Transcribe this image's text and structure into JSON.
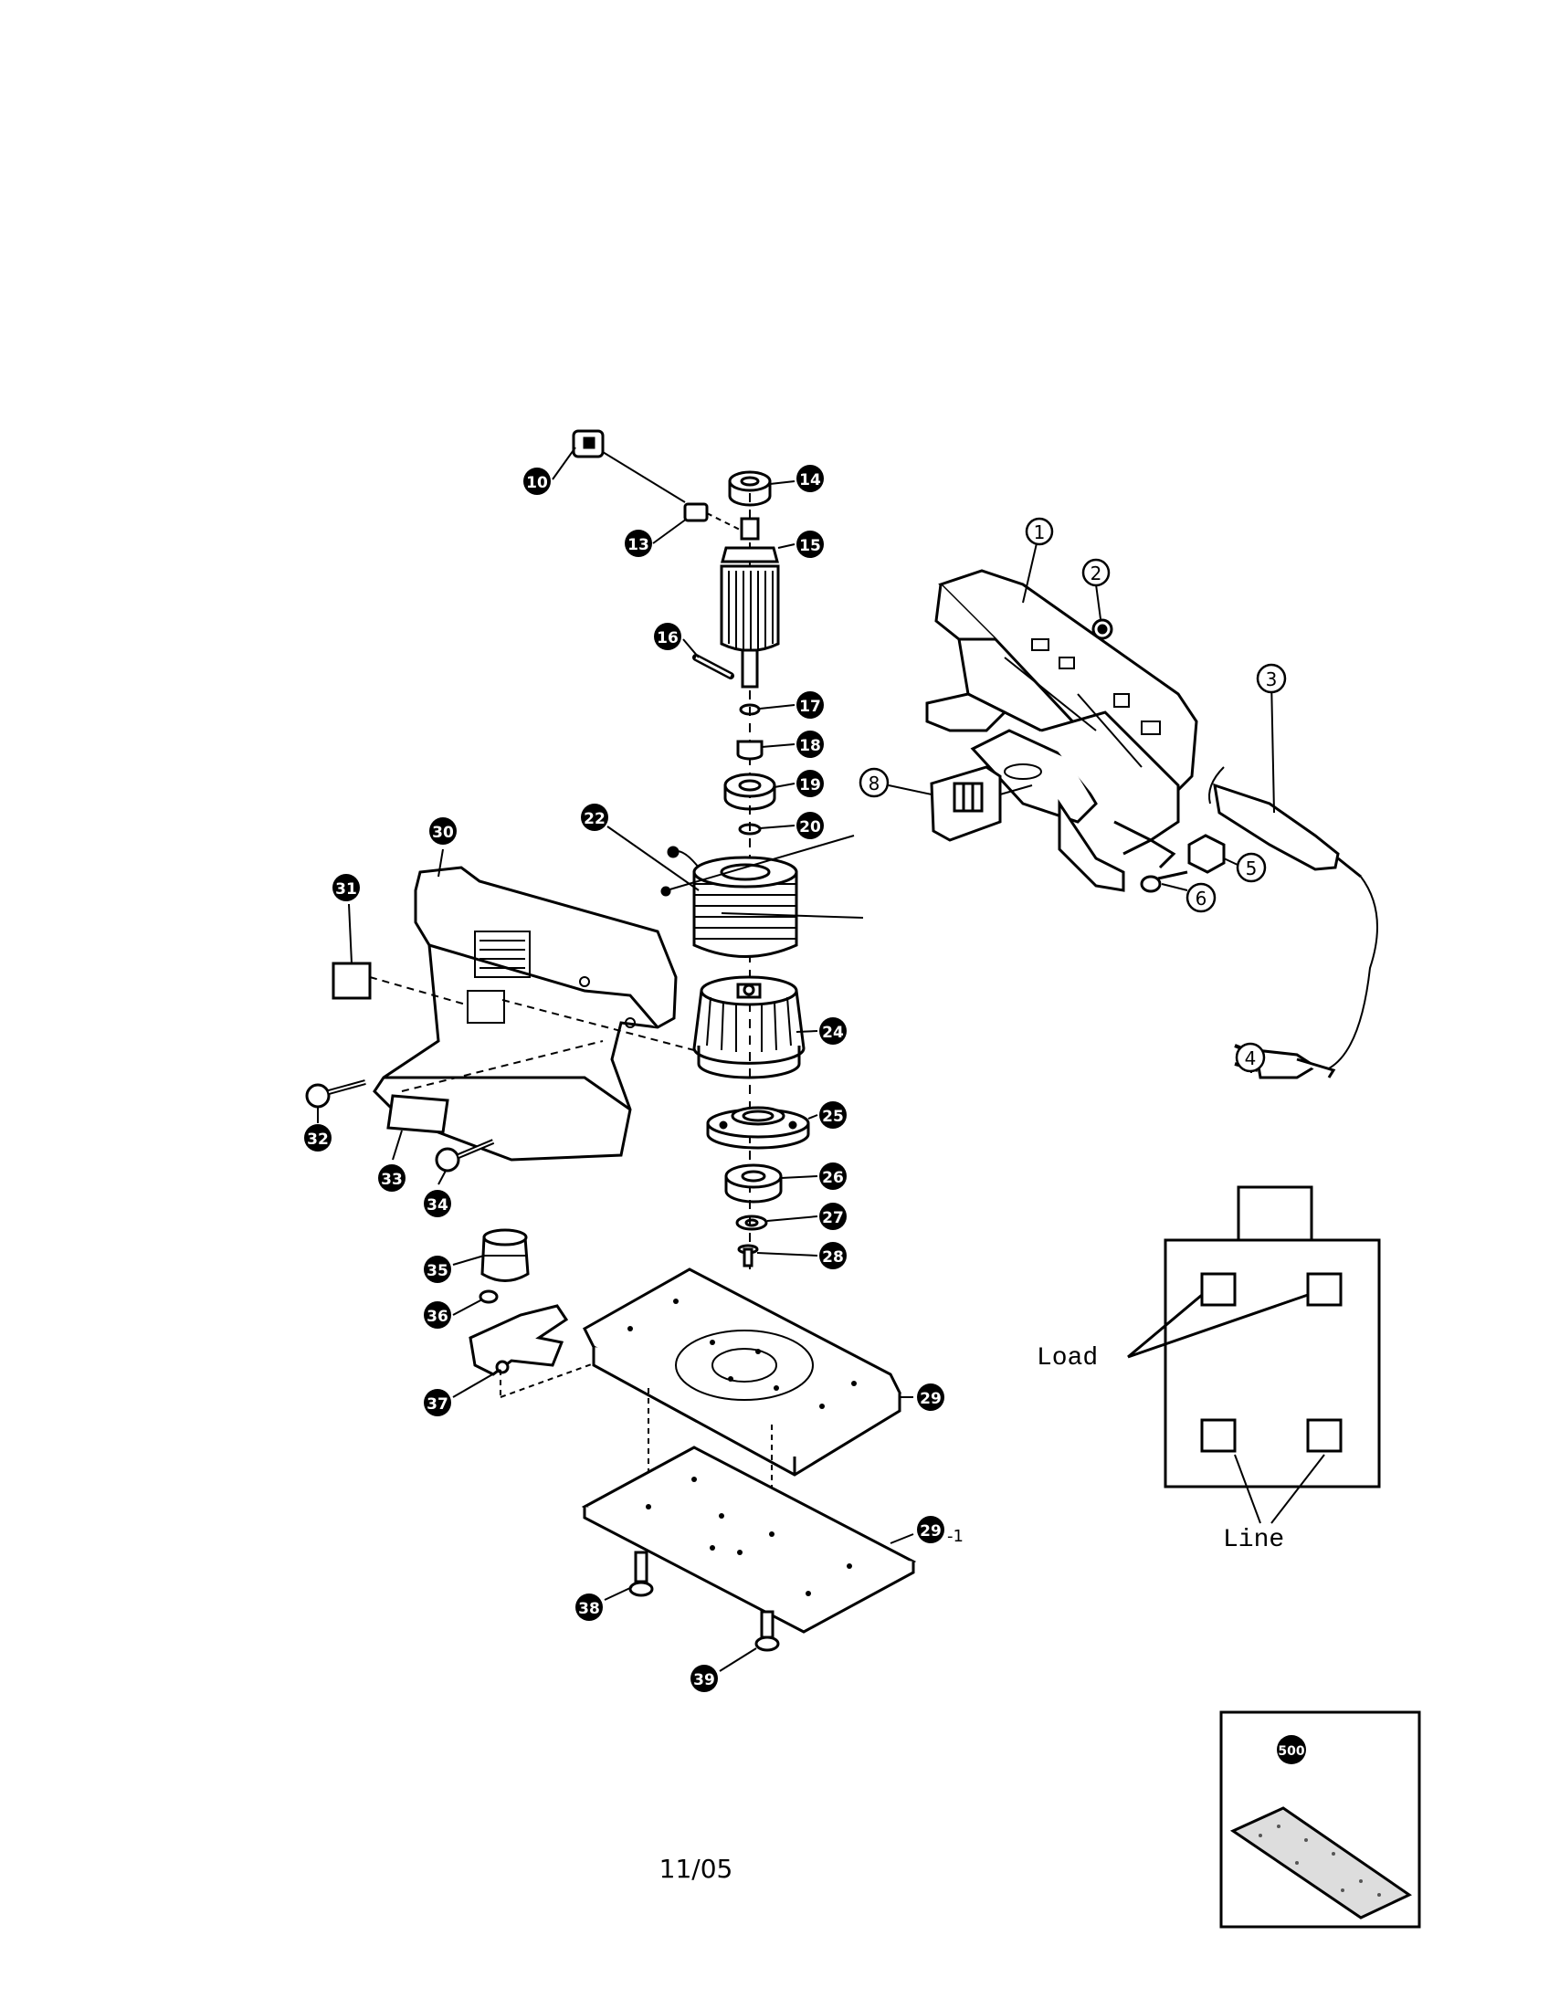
{
  "parts": [
    "1",
    "2",
    "3",
    "4",
    "5",
    "6",
    "8",
    "10",
    "13",
    "14",
    "15",
    "16",
    "17",
    "18",
    "19",
    "20",
    "22",
    "24",
    "25",
    "26",
    "27",
    "28",
    "29",
    "29",
    "30",
    "31",
    "32",
    "33",
    "34",
    "35",
    "36",
    "37",
    "38",
    "39",
    "500"
  ],
  "part_29_1_suffix": "-1",
  "switch_inset": {
    "load_label": "Load",
    "line_label": "Line"
  },
  "date_code": "11/05"
}
